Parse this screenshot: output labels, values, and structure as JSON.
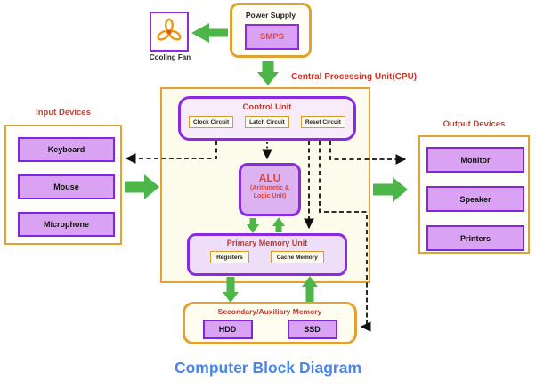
{
  "title": "Computer Block Diagram",
  "colors": {
    "gold_border": "#e2a233",
    "purple_border": "#8a2be2",
    "device_fill": "#d9a2f2",
    "arrow_green": "#4cb648",
    "label_red": "#c0392b",
    "cpu_label_red": "#d33224",
    "title_blue": "#4a86e8"
  },
  "power_supply": {
    "label": "Power Supply",
    "chip": "SMPS"
  },
  "cooling_fan": {
    "label": "Cooling Fan"
  },
  "cpu": {
    "label": "Central Processing Unit(CPU)",
    "control_unit": {
      "label": "Control Unit",
      "chips": [
        "Clock Circuit",
        "Latch Circuit",
        "Reset Circuit"
      ]
    },
    "alu": {
      "label": "ALU",
      "sub1": "(Arithmetic &",
      "sub2": "Logic Unit)"
    },
    "primary_memory": {
      "label": "Primary Memory Unit",
      "chips": [
        "Registers",
        "Cache Memory"
      ]
    }
  },
  "input_devices": {
    "label": "Input Devices",
    "items": [
      "Keyboard",
      "Mouse",
      "Microphone"
    ]
  },
  "output_devices": {
    "label": "Output Devices",
    "items": [
      "Monitor",
      "Speaker",
      "Printers"
    ]
  },
  "secondary_memory": {
    "label": "Secondary/Auxiliary Memory",
    "items": [
      "HDD",
      "SSD"
    ]
  }
}
